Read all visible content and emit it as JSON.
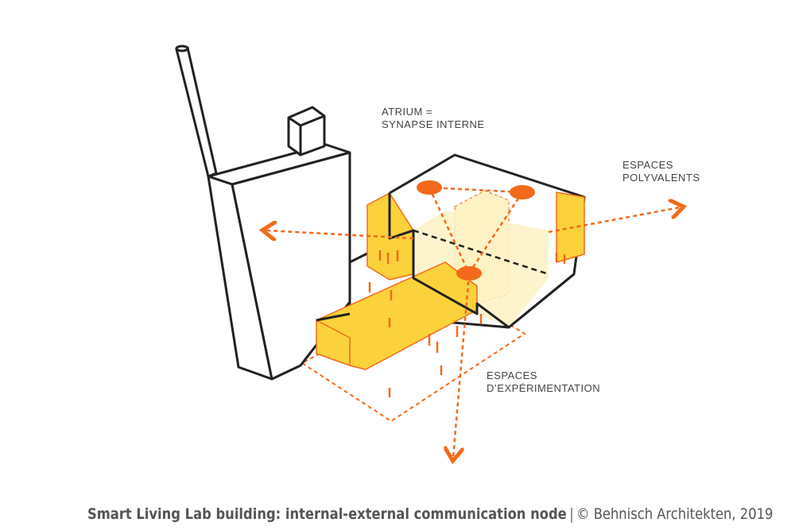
{
  "labels": {
    "atrium": [
      "ATRIUM =",
      "SYNAPSE INTERNE"
    ],
    "polyvalents": [
      "ESPACES",
      "POLYVALENTS"
    ],
    "experimentation": [
      "ESPACES",
      "D’EXPÉRIMENTATION"
    ]
  },
  "caption": {
    "title": "Smart Living Lab building: internal-external communication node",
    "separator": "|",
    "credit": "© Behnisch Architekten, 2019"
  },
  "colors": {
    "accent": "#f26a1b",
    "yellow": "#fcd23c",
    "pale_yellow": "#fdf2c4",
    "outline": "#222222"
  }
}
